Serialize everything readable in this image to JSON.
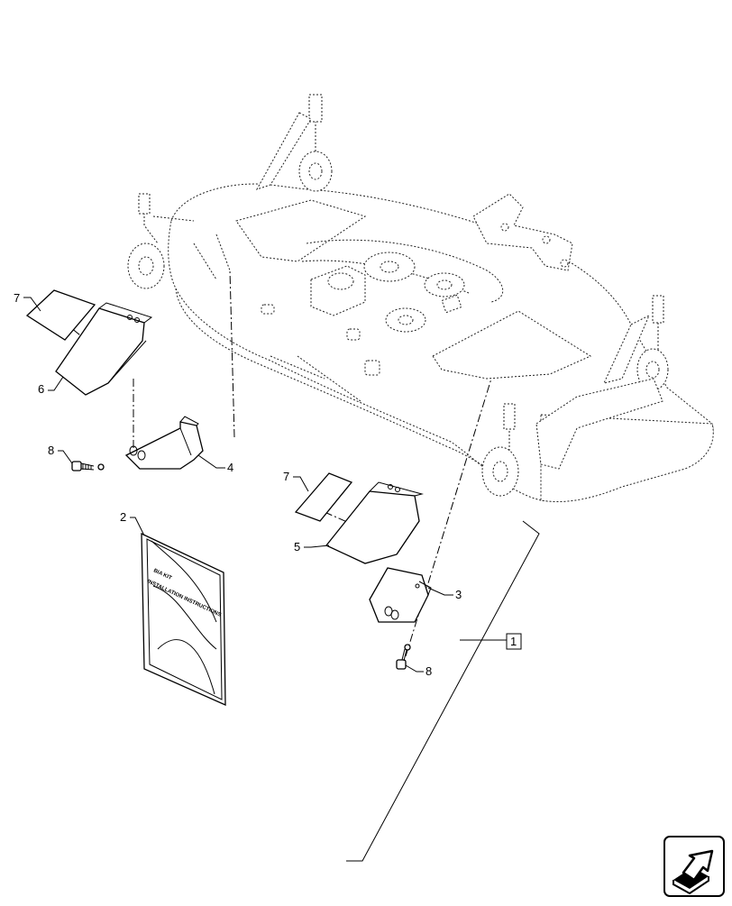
{
  "diagram": {
    "callouts": [
      {
        "id": "c1",
        "label": "1"
      },
      {
        "id": "c2",
        "label": "2"
      },
      {
        "id": "c3",
        "label": "3"
      },
      {
        "id": "c4",
        "label": "4"
      },
      {
        "id": "c5",
        "label": "5"
      },
      {
        "id": "c6",
        "label": "6"
      },
      {
        "id": "c7a",
        "label": "7"
      },
      {
        "id": "c7b",
        "label": "7"
      },
      {
        "id": "c8a",
        "label": "8"
      },
      {
        "id": "c8b",
        "label": "8"
      }
    ],
    "manual_cover": {
      "line1": "BIA KIT",
      "line2": "INSTALLATION INSTRUCTIONS"
    },
    "nav_icon": "arrow-next-icon"
  }
}
